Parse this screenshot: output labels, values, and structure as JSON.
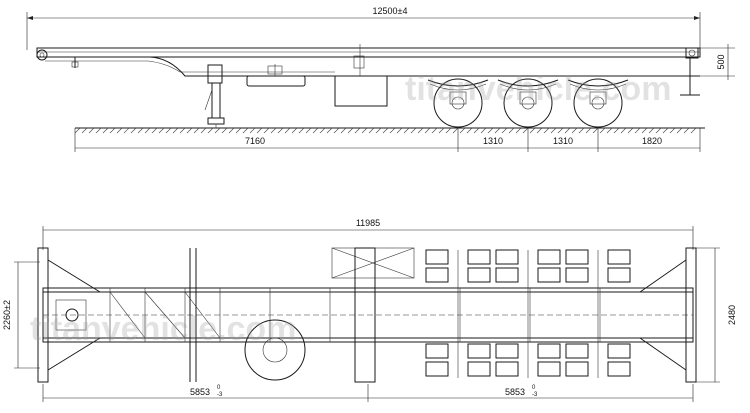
{
  "side_view": {
    "overall_length": "12500±4",
    "height_dim": "500",
    "seg_dims": [
      "7160",
      "1310",
      "1310",
      "1820"
    ]
  },
  "top_view": {
    "overall_length": "11985",
    "width_outer": "2480",
    "width_inner": "2260±2",
    "offset_dims": [
      {
        "main": "5853",
        "tol_upper": "0",
        "tol_lower": "-3"
      },
      {
        "main": "5853",
        "tol_upper": "0",
        "tol_lower": "-3"
      }
    ]
  },
  "watermark": {
    "text": "titanvehicle.com"
  }
}
